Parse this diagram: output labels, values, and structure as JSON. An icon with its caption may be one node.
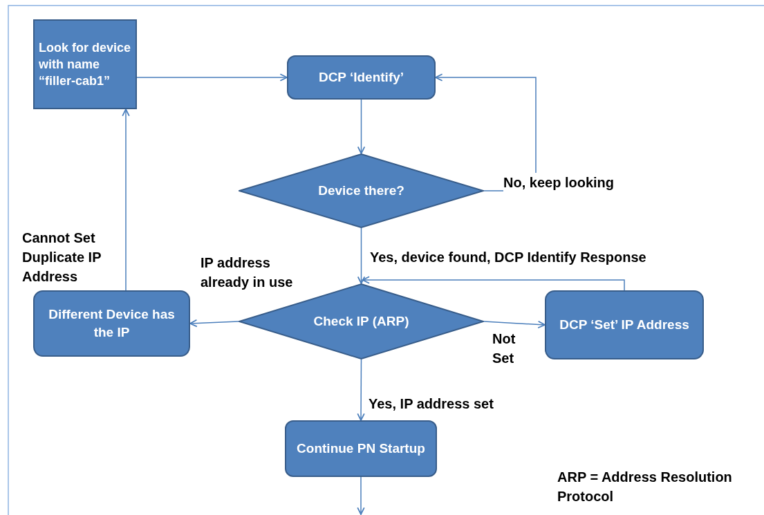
{
  "diagram": {
    "nodes": [
      {
        "text": [
          "Look for device with name “filler-cab1”"
        ]
      },
      {
        "text": [
          "DCP ‘Identify’"
        ]
      },
      {
        "text": [
          "Device there?"
        ]
      },
      {
        "text": [
          "Check IP (ARP)"
        ]
      },
      {
        "text": [
          "Different Device has the IP"
        ]
      },
      {
        "text": [
          "DCP ‘Set’ IP Address"
        ]
      },
      {
        "text": [
          "Continue PN Startup"
        ]
      }
    ],
    "edges": [
      {
        "from": 0,
        "to": 1,
        "arrow": "to"
      },
      {
        "from": 1,
        "to": 2,
        "arrow": "to"
      },
      {
        "from": 2,
        "to": 1,
        "arrow": "to",
        "label": "No, keep looking"
      },
      {
        "from": 2,
        "to": 3,
        "arrow": "to",
        "label": "Yes, device found, DCP Identify Response"
      },
      {
        "from": 3,
        "to": 4,
        "arrow": "to",
        "label": "IP address already in use"
      },
      {
        "from": 3,
        "to": 5,
        "arrow": "to",
        "label": "Not Set"
      },
      {
        "from": 5,
        "to": 3,
        "arrow": "to"
      },
      {
        "from": 4,
        "to": 0,
        "arrow": "to",
        "label": "Cannot Set Duplicate IP Address"
      },
      {
        "from": 3,
        "to": 6,
        "arrow": "to",
        "label": "Yes, IP address set"
      },
      {
        "from": 6,
        "to": null,
        "arrow": "to"
      }
    ],
    "labels": [
      "ARP = Address Resolution Protocol"
    ]
  }
}
